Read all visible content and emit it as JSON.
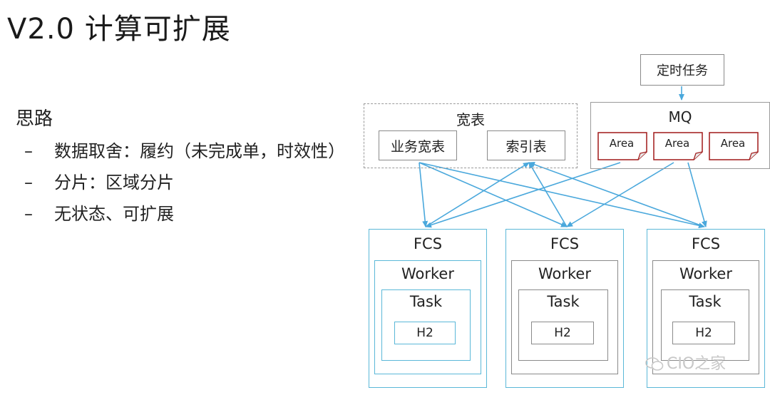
{
  "title": "V2.0 计算可扩展",
  "idea": {
    "heading": "思路",
    "dash": "–",
    "bullets": [
      "数据取舍：履约（未完成单，时效性）",
      "分片：区域分片",
      "无状态、可扩展"
    ]
  },
  "wide_table": {
    "label": "宽表",
    "items": [
      "业务宽表",
      "索引表"
    ]
  },
  "timer_task": "定时任务",
  "mq": {
    "label": "MQ",
    "areas": [
      "Area",
      "Area",
      "Area"
    ]
  },
  "fcs_nodes": [
    {
      "label": "FCS",
      "worker": "Worker",
      "task": "Task",
      "h2": "H2"
    },
    {
      "label": "FCS",
      "worker": "Worker",
      "task": "Task",
      "h2": "H2"
    },
    {
      "label": "FCS",
      "worker": "Worker",
      "task": "Task",
      "h2": "H2"
    }
  ],
  "watermark": "CIO之家",
  "colors": {
    "arrow": "#4aa8dc",
    "fcs_border": "#5bb8d8",
    "area_border": "#a01818",
    "box_border": "#8a8a8a"
  }
}
